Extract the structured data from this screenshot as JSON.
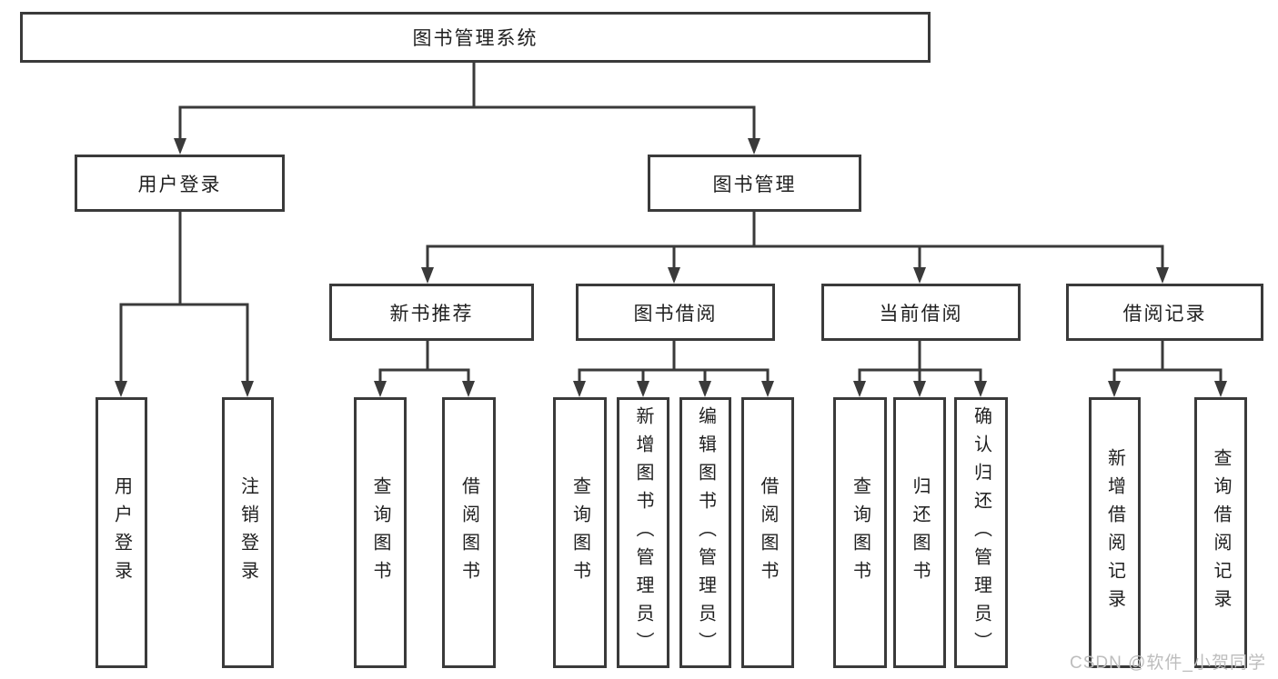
{
  "diagram": {
    "root": "图书管理系统",
    "branches": {
      "user_login": "用户登录",
      "book_management": "图书管理"
    },
    "sections": {
      "new_book_recommend": "新书推荐",
      "book_borrow": "图书借阅",
      "current_borrow": "当前借阅",
      "borrow_record": "借阅记录"
    },
    "leaves": [
      "用户登录",
      "注销登录",
      "查询图书",
      "借阅图书",
      "查询图书",
      "新增图书（管理员）",
      "编辑图书（管理员）",
      "借阅图书",
      "查询图书",
      "归还图书",
      "确认归还（管理员）",
      "新增借阅记录",
      "查询借阅记录"
    ],
    "watermark": "CSDN @软件_小贺同学",
    "colors": {
      "line": "#3a3a3a",
      "text": "#1f1f1f",
      "watermark": "#bdbdbd",
      "background": "#ffffff"
    }
  }
}
